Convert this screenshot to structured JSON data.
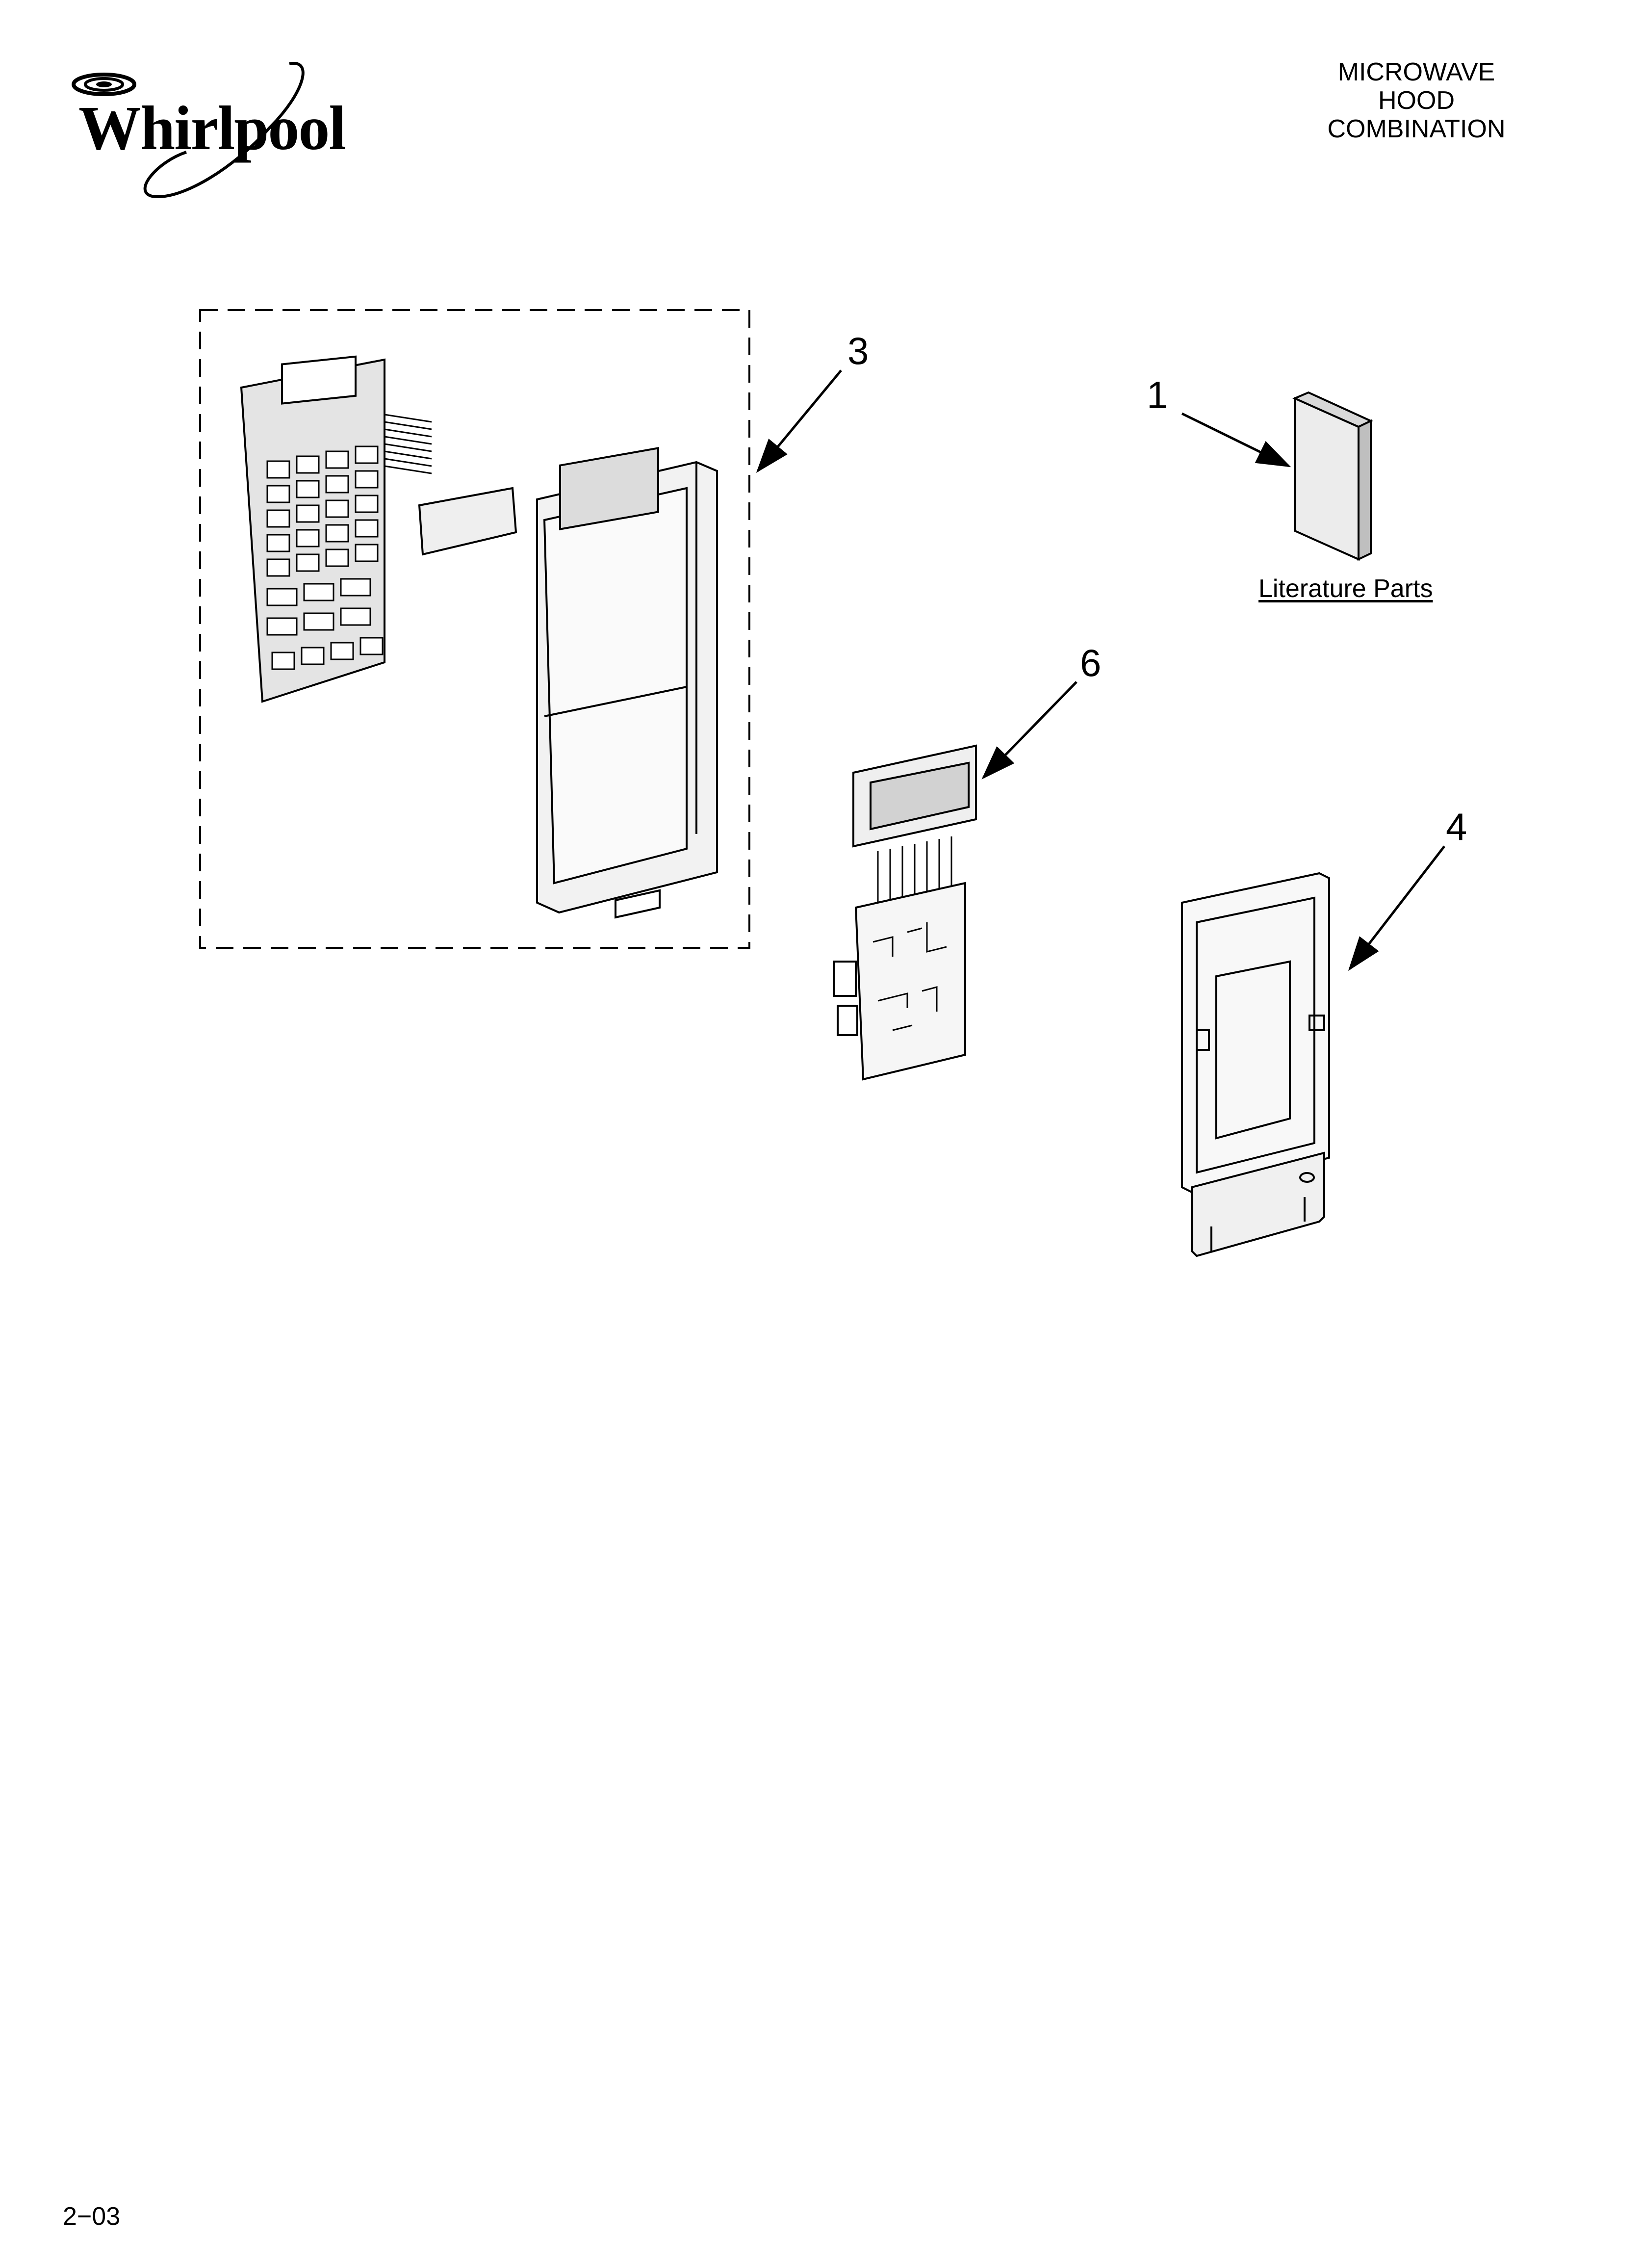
{
  "header": {
    "brand": "Whirlpool",
    "title_lines": [
      "MICROWAVE",
      "HOOD",
      "COMBINATION"
    ]
  },
  "callouts": {
    "item_1": "1",
    "item_3": "3",
    "item_4": "4",
    "item_6": "6"
  },
  "labels": {
    "literature_parts": "Literature Parts"
  },
  "footer": {
    "code": "2−03"
  },
  "colors": {
    "line": "#000000",
    "background": "#ffffff"
  }
}
